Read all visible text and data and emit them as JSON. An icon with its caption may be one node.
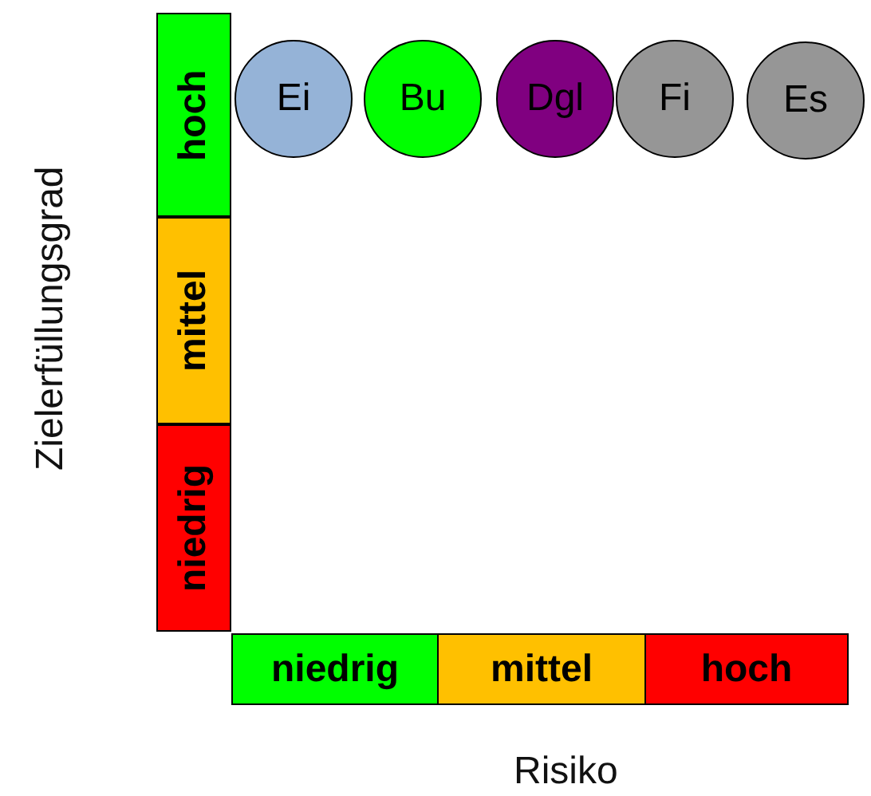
{
  "diagram": {
    "nodes": [
      {
        "text": [
          "hoch"
        ]
      },
      {
        "text": [
          "Ei"
        ]
      },
      {
        "text": [
          "Bu"
        ]
      },
      {
        "text": [
          "Dgl"
        ]
      },
      {
        "text": [
          "Fi"
        ]
      },
      {
        "text": [
          "Es"
        ]
      },
      {
        "text": [
          "mittel"
        ]
      },
      {
        "text": [
          "niedrig"
        ]
      },
      {
        "text": [
          "niedrig"
        ]
      },
      {
        "text": [
          "mittel"
        ]
      },
      {
        "text": [
          "hoch"
        ]
      }
    ],
    "labels": [
      "Zielerfüllungsgrad",
      "Risiko"
    ]
  }
}
